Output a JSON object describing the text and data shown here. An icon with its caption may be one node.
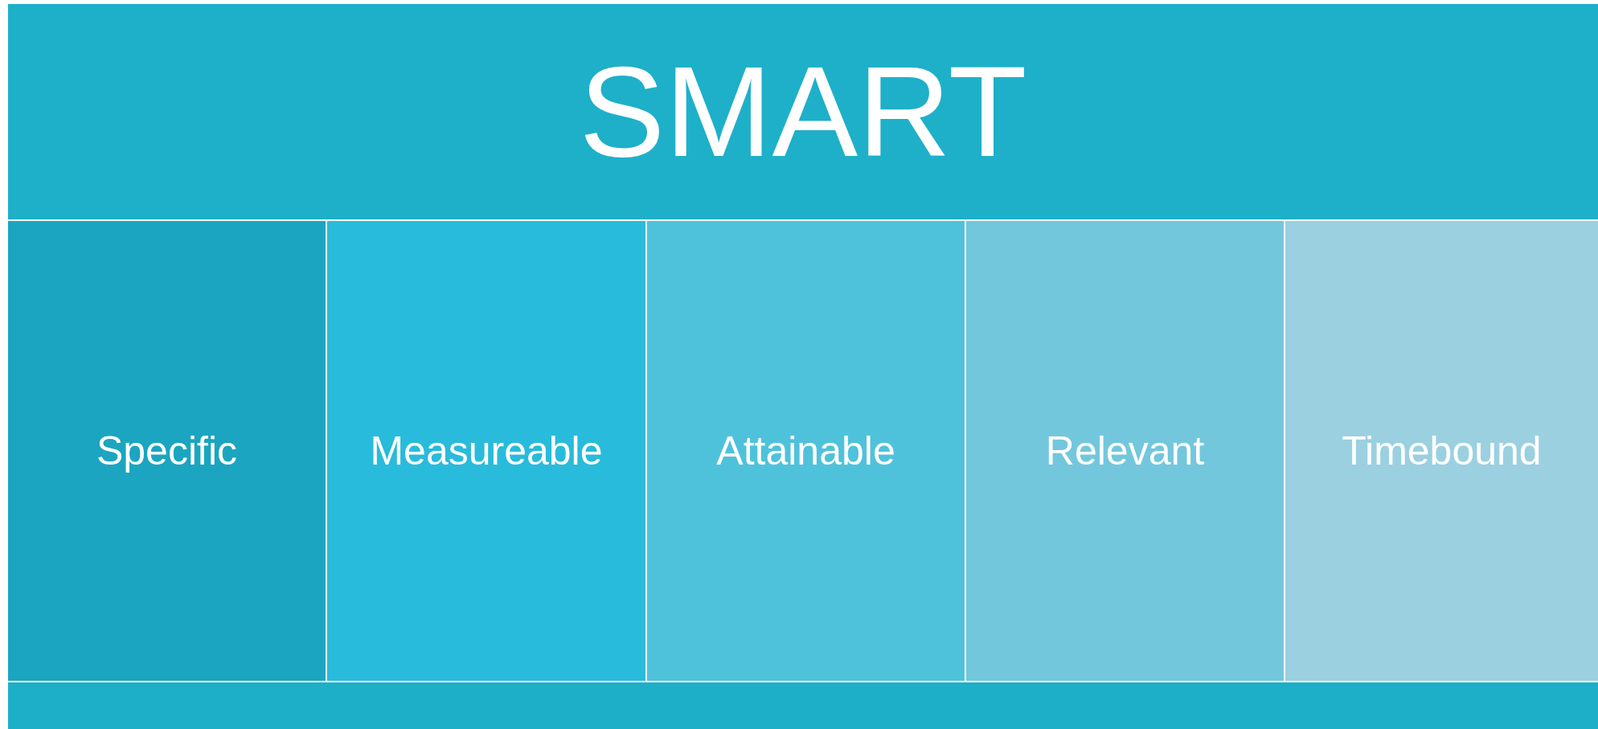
{
  "diagram": {
    "nodes": [
      {
        "text": [
          "SMART"
        ]
      },
      {
        "text": [
          "Specific"
        ]
      },
      {
        "text": [
          "Measureable"
        ]
      },
      {
        "text": [
          "Attainable"
        ]
      },
      {
        "text": [
          "Relevant"
        ]
      },
      {
        "text": [
          "Timebound"
        ]
      },
      {
        "text": [],
        "shape": "bar"
      }
    ]
  }
}
